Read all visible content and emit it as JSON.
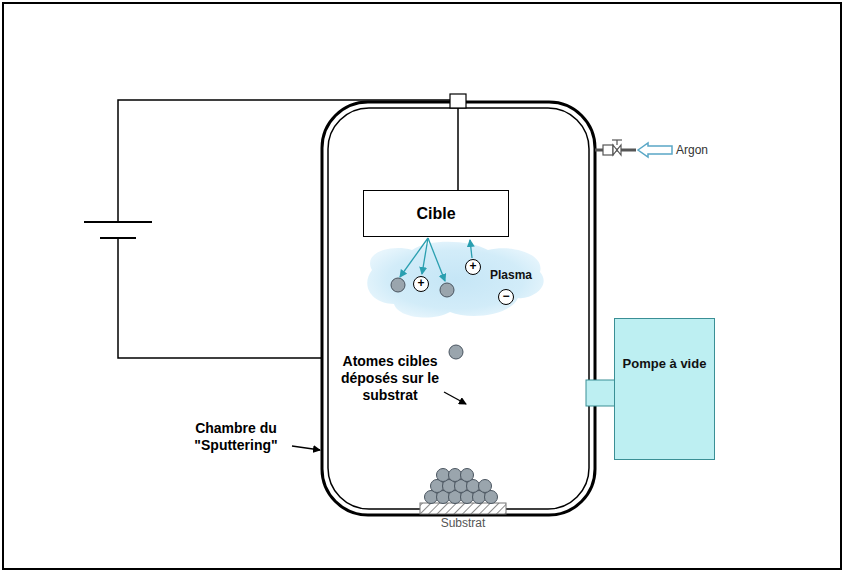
{
  "diagram": {
    "nodes": [
      {
        "text": [
          "Cible"
        ]
      },
      {
        "text": [
          "Plasma"
        ]
      },
      {
        "text": [
          "Substrat"
        ]
      },
      {
        "text": [
          "Pompe à vide"
        ]
      }
    ],
    "labels": [
      "+",
      "+",
      "−",
      "Atomes cibles déposés sur le substrat",
      "Chambre du \"Sputtering\"",
      "Argon"
    ]
  }
}
